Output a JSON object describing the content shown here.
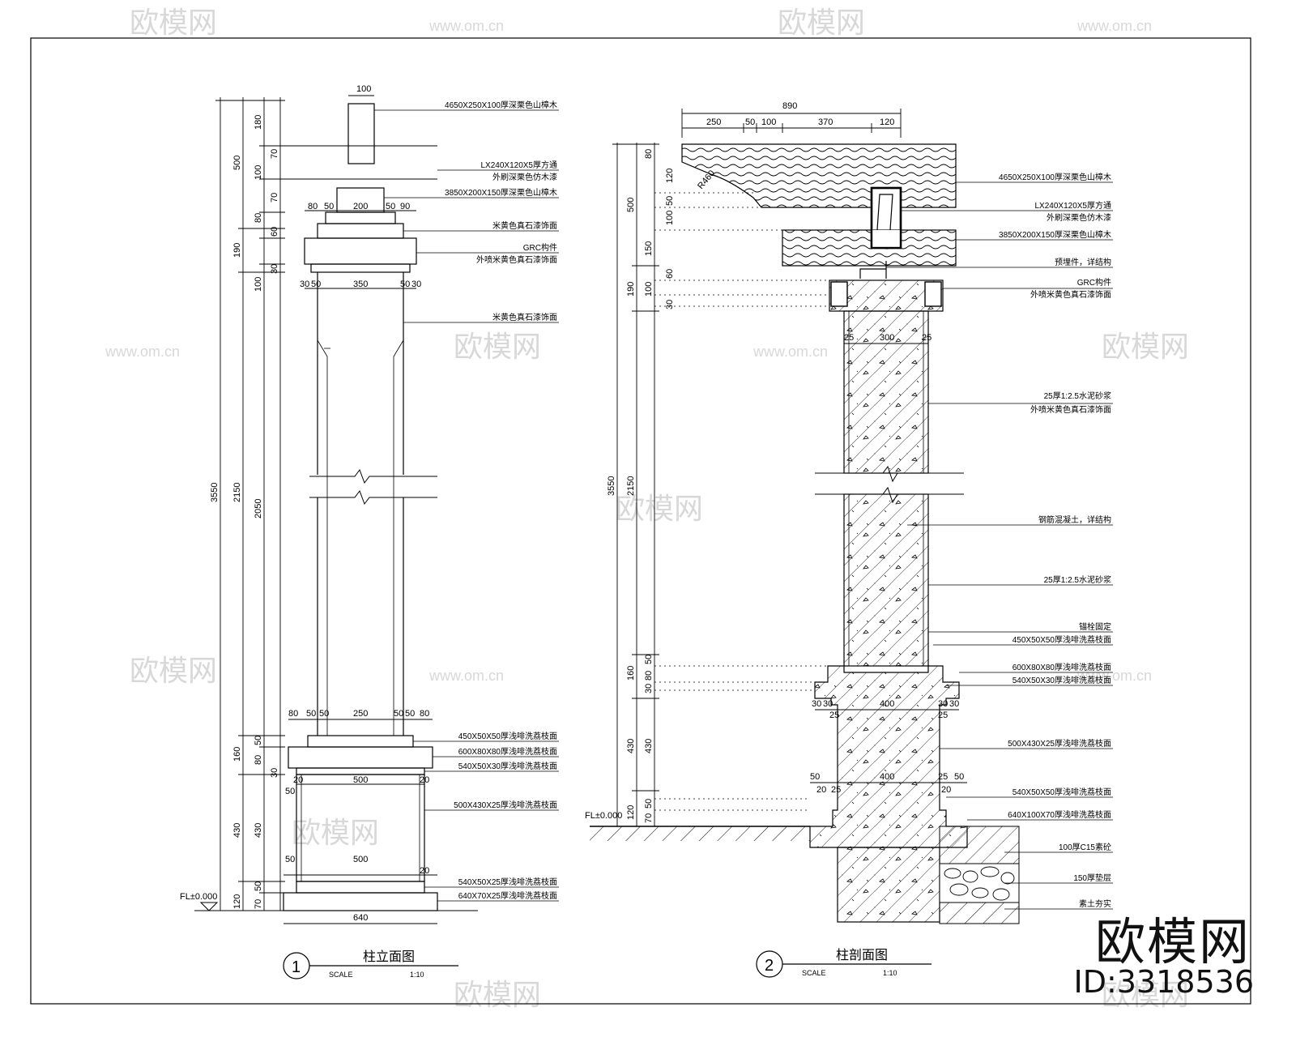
{
  "watermark": {
    "site": "www.om.cn",
    "logo_text": "欧模网"
  },
  "brand": {
    "name": "欧模网",
    "id_text": "ID:3318536"
  },
  "drawing1": {
    "number": "1",
    "title": "柱立面图",
    "scale_label": "SCALE",
    "scale_value": "1:10",
    "notes": [
      "4650X250X100厚深栗色山樟木",
      "LX240X120X5厚方通",
      "外刷深栗色仿木漆",
      "3850X200X150厚深栗色山樟木",
      "米黄色真石漆饰面",
      "GRC构件",
      "外喷米黄色真石漆饰面",
      "米黄色真石漆饰面",
      "450X50X50厚浅啡洗荔枝面",
      "600X80X80厚浅啡洗荔枝面",
      "540X50X30厚浅啡洗荔枝面",
      "500X430X25厚浅啡洗荔枝面",
      "540X50X25厚浅啡洗荔枝面",
      "640X70X25厚浅啡洗荔枝面"
    ],
    "dims_left": [
      "3550",
      "2150",
      "2050",
      "500",
      "180",
      "70",
      "100",
      "70",
      "80",
      "190",
      "60",
      "100",
      "30",
      "160",
      "50",
      "80",
      "30",
      "430",
      "430",
      "120",
      "50",
      "70"
    ],
    "dims_top": [
      "100",
      "80",
      "50",
      "200",
      "50",
      "90",
      "30",
      "50",
      "350",
      "50",
      "30"
    ],
    "dims_base": [
      "80",
      "50",
      "50",
      "250",
      "50",
      "50",
      "80",
      "20",
      "500",
      "20",
      "50",
      "50",
      "500",
      "20",
      "640"
    ],
    "level": "FL±0.000"
  },
  "drawing2": {
    "number": "2",
    "title": "柱剖面图",
    "scale_label": "SCALE",
    "scale_value": "1:10",
    "dims_top": [
      "890",
      "250",
      "50",
      "100",
      "370",
      "120"
    ],
    "radius": "R460",
    "notes": [
      "4650X250X100厚深栗色山樟木",
      "LX240X120X5厚方通",
      "外刷深栗色仿木漆",
      "3850X200X150厚深栗色山樟木",
      "预埋件，详结构",
      "GRC构件",
      "外喷米黄色真石漆饰面",
      "25厚1:2.5水泥砂浆",
      "外喷米黄色真石漆饰面",
      "钢筋混凝土，详结构",
      "25厚1:2.5水泥砂浆",
      "锚栓固定",
      "450X50X50厚浅啡洗荔枝面",
      "600X80X80厚浅啡洗荔枝面",
      "540X50X30厚浅啡洗荔枝面",
      "500X430X25厚浅啡洗荔枝面",
      "540X50X50厚浅啡洗荔枝面",
      "640X100X70厚浅啡洗荔枝面",
      "100厚C15素砼",
      "150厚垫层",
      "素土夯实"
    ],
    "dims_left": [
      "3550",
      "2150",
      "500",
      "80",
      "120",
      "50",
      "100",
      "150",
      "60",
      "190",
      "100",
      "30",
      "160",
      "50",
      "80",
      "30",
      "430",
      "430",
      "120",
      "50",
      "70"
    ],
    "dims_core": [
      "25",
      "300",
      "25",
      "30",
      "30",
      "25",
      "400",
      "30",
      "30",
      "25",
      "50",
      "20",
      "25",
      "400",
      "25",
      "20",
      "50"
    ],
    "level": "FL±0.000"
  }
}
